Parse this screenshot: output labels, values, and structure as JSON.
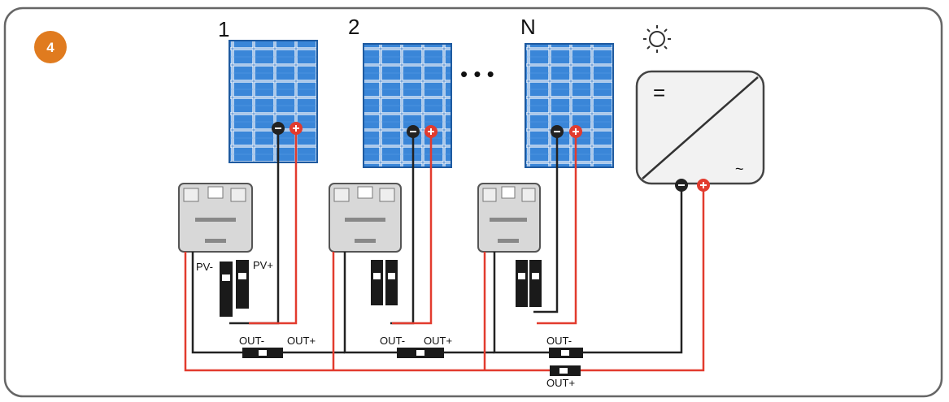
{
  "step_badge": {
    "text": "4",
    "color": "#e07b1f"
  },
  "panels": [
    {
      "label": "1"
    },
    {
      "label": "2"
    },
    {
      "label": "N"
    }
  ],
  "ellipsis": "• • •",
  "inverter": {
    "dc_symbol": "=",
    "ac_symbol": "~",
    "icon": "sun-icon"
  },
  "labels": {
    "pv_minus": "PV-",
    "pv_plus": "PV+",
    "out_minus": "OUT-",
    "out_plus": "OUT+"
  },
  "colors": {
    "panel_blue": "#2f76c8",
    "positive_wire": "#e23b2e",
    "negative_wire": "#222222",
    "frame": "#666666"
  }
}
